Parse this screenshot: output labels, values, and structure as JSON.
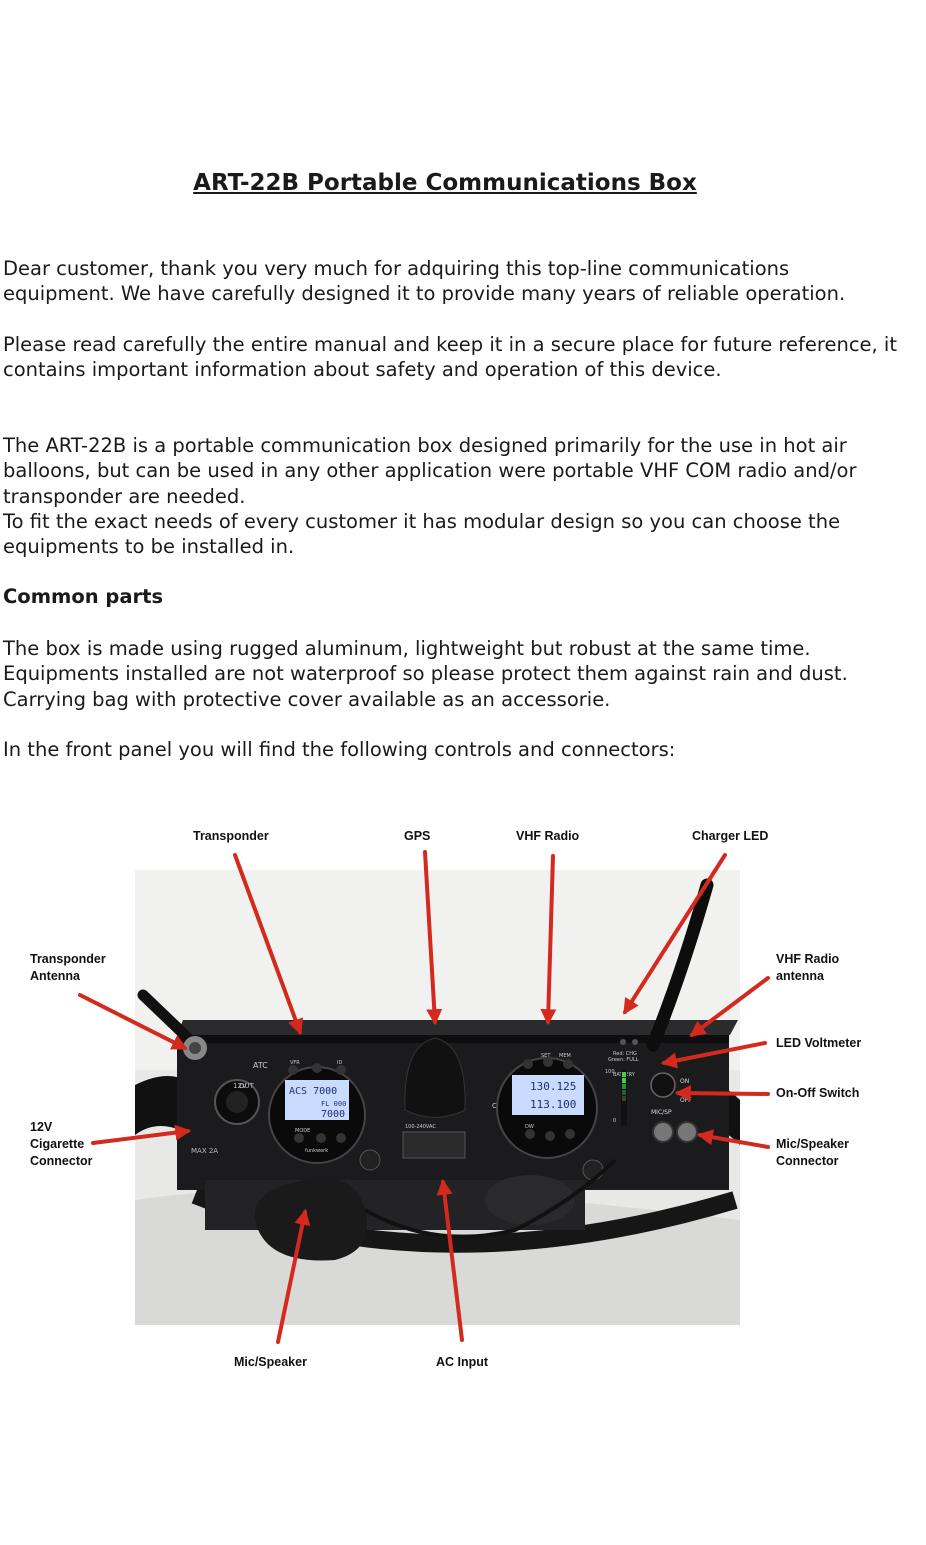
{
  "document": {
    "title": "ART-22B Portable Communications Box",
    "paragraphs": [
      "Dear customer, thank you very much for adquiring this top-line communications equipment. We have carefully designed it to provide many years of reliable operation.",
      "Please read carefully the entire manual and keep it in a secure place for future reference, it contains important information about safety and operation of this device.",
      "The ART-22B is a portable communication box designed primarily for the use in hot air balloons, but can be used in any other application were portable VHF COM radio and/or transponder are needed.",
      "To fit the exact needs of every customer it has modular design so you can choose the equipments to be installed in.",
      "The box is made using rugged aluminum, lightweight but robust at the same time. Equipments installed are not waterproof so please protect them against rain and dust. Carrying bag with protective cover available as an accessorie.",
      "In the front panel you will find the following controls and connectors:"
    ],
    "section_heading": "Common parts"
  },
  "figure": {
    "labels": {
      "transponder": "Transponder",
      "gps": "GPS",
      "vhf_radio": "VHF Radio",
      "charger_led": "Charger LED",
      "transponder_antenna": "Transponder\nAntenna",
      "vhf_radio_antenna": "VHF Radio\nantenna",
      "led_voltmeter": "LED Voltmeter",
      "on_off_switch": "On-Off Switch",
      "cigarette_connector": "12V\nCigarette\nConnector",
      "mic_speaker_connector": "Mic/Speaker\nConnector",
      "mic_speaker": "Mic/Speaker",
      "ac_input": "AC Input"
    },
    "photo_text": {
      "atc": "ATC",
      "com": "COM",
      "xpdr_line1": "ACS  7000",
      "xpdr_line2": "FL 000",
      "xpdr_line3": "7000",
      "radio_line1": "130.125",
      "radio_line2": "113.100",
      "volt_100": "100",
      "volt_0": "0",
      "on": "ON",
      "off": "OFF",
      "mic": "MIC/SP",
      "out": "OUT",
      "v12": "12V",
      "max": "MAX\n2A",
      "red_chg": "Red: CHG",
      "green_full": "Green: FULL",
      "battery": "BATTERY",
      "mode": "MODE",
      "vfr": "VFR",
      "id": "ID",
      "set": "SET",
      "mem": "MEM",
      "dw": "DW",
      "funkwerk": "funkwerk",
      "voltage": "100-240VAC"
    },
    "colors": {
      "arrow": "#d42a1d",
      "box": "#1b1b1d",
      "lcd": "#c9dcff"
    }
  }
}
